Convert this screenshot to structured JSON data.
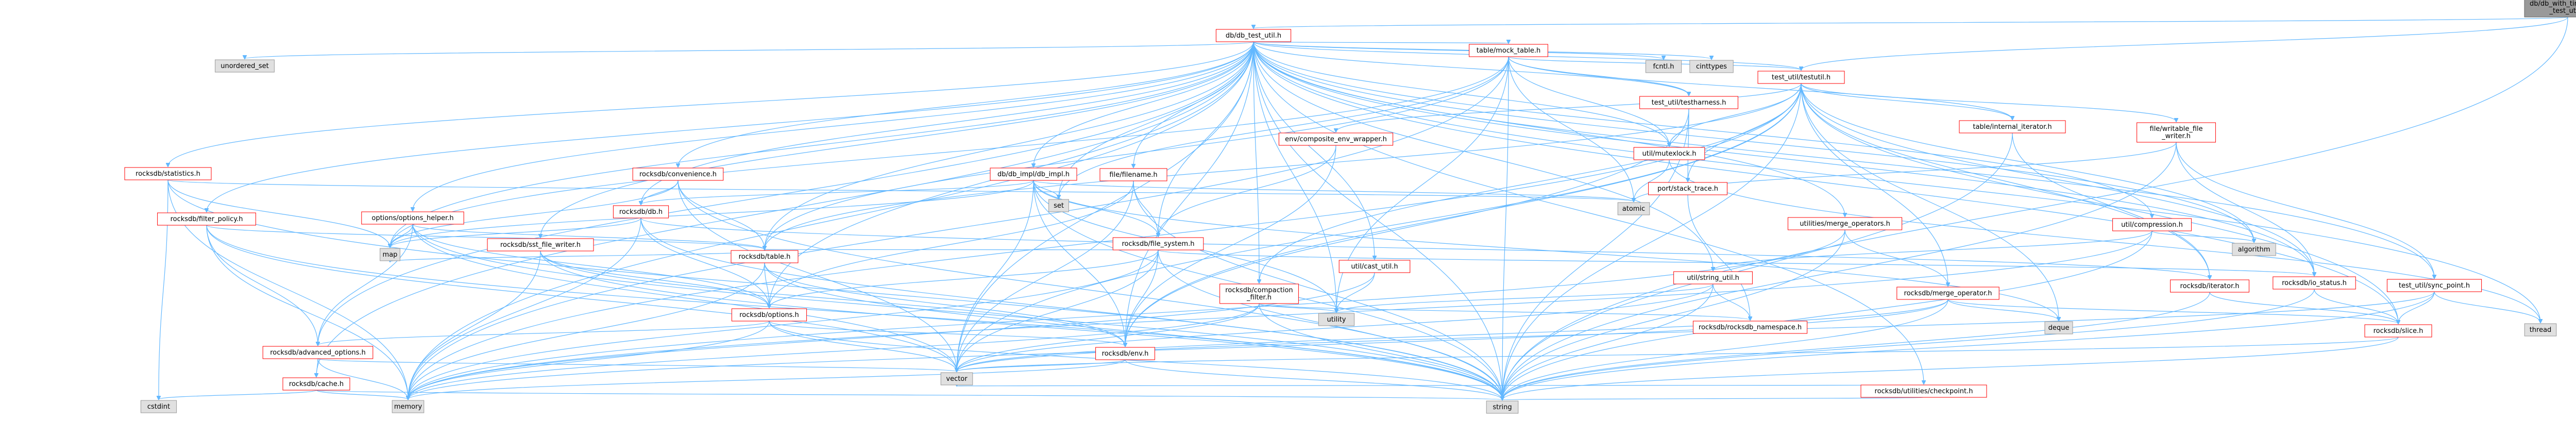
{
  "colors": {
    "edge": "#63b8ff",
    "documented_border": "#ff0000",
    "external_fill": "#e0e0e0",
    "external_border": "#999999",
    "root_fill": "#999999"
  },
  "nodes": [
    {
      "id": "root",
      "label": "db/db_with_timestamp\n_test_util.h",
      "kind": "root"
    },
    {
      "id": "db_test_util",
      "label": "db/db_test_util.h",
      "kind": "red"
    },
    {
      "id": "unordered_set",
      "label": "unordered_set",
      "kind": "gray"
    },
    {
      "id": "statistics",
      "label": "rocksdb/statistics.h",
      "kind": "red"
    },
    {
      "id": "filter_policy",
      "label": "rocksdb/filter_policy.h",
      "kind": "red"
    },
    {
      "id": "options_helper",
      "label": "options/options_helper.h",
      "kind": "red"
    },
    {
      "id": "convenience",
      "label": "rocksdb/convenience.h",
      "kind": "red"
    },
    {
      "id": "db_impl",
      "label": "db/db_impl/db_impl.h",
      "kind": "red"
    },
    {
      "id": "filename",
      "label": "file/filename.h",
      "kind": "red"
    },
    {
      "id": "mock_table",
      "label": "table/mock_table.h",
      "kind": "red"
    },
    {
      "id": "testharness",
      "label": "test_util/testharness.h",
      "kind": "red"
    },
    {
      "id": "testutil",
      "label": "test_util/testutil.h",
      "kind": "red"
    },
    {
      "id": "fcntl",
      "label": "fcntl.h",
      "kind": "gray"
    },
    {
      "id": "cinttypes",
      "label": "cinttypes",
      "kind": "gray"
    },
    {
      "id": "composite_env",
      "label": "env/composite_env_wrapper.h",
      "kind": "red"
    },
    {
      "id": "mutexlock",
      "label": "util/mutexlock.h",
      "kind": "red"
    },
    {
      "id": "stack_trace",
      "label": "port/stack_trace.h",
      "kind": "red"
    },
    {
      "id": "internal_iterator",
      "label": "table/internal_iterator.h",
      "kind": "red"
    },
    {
      "id": "writable_file_writer",
      "label": "file/writable_file\n_writer.h",
      "kind": "red"
    },
    {
      "id": "rocksdb_db",
      "label": "rocksdb/db.h",
      "kind": "red"
    },
    {
      "id": "sst_file_writer",
      "label": "rocksdb/sst_file_writer.h",
      "kind": "red"
    },
    {
      "id": "set",
      "label": "set",
      "kind": "gray"
    },
    {
      "id": "file_system",
      "label": "rocksdb/file_system.h",
      "kind": "red"
    },
    {
      "id": "atomic",
      "label": "atomic",
      "kind": "gray"
    },
    {
      "id": "merge_operators",
      "label": "utilities/merge_operators.h",
      "kind": "red"
    },
    {
      "id": "compression",
      "label": "util/compression.h",
      "kind": "red"
    },
    {
      "id": "rocksdb_table",
      "label": "rocksdb/table.h",
      "kind": "red"
    },
    {
      "id": "cast_util",
      "label": "util/cast_util.h",
      "kind": "red"
    },
    {
      "id": "compaction_filter",
      "label": "rocksdb/compaction\n_filter.h",
      "kind": "red"
    },
    {
      "id": "string_util",
      "label": "util/string_util.h",
      "kind": "red"
    },
    {
      "id": "merge_operator",
      "label": "rocksdb/merge_operator.h",
      "kind": "red"
    },
    {
      "id": "rocksdb_iterator",
      "label": "rocksdb/iterator.h",
      "kind": "red"
    },
    {
      "id": "io_status",
      "label": "rocksdb/io_status.h",
      "kind": "red"
    },
    {
      "id": "sync_point",
      "label": "test_util/sync_point.h",
      "kind": "red"
    },
    {
      "id": "algorithm",
      "label": "algorithm",
      "kind": "gray"
    },
    {
      "id": "map",
      "label": "map",
      "kind": "gray"
    },
    {
      "id": "rocksdb_options",
      "label": "rocksdb/options.h",
      "kind": "red"
    },
    {
      "id": "utility",
      "label": "utility",
      "kind": "gray"
    },
    {
      "id": "rocksdb_namespace",
      "label": "rocksdb/rocksdb_namespace.h",
      "kind": "red"
    },
    {
      "id": "deque",
      "label": "deque",
      "kind": "gray"
    },
    {
      "id": "slice",
      "label": "rocksdb/slice.h",
      "kind": "red"
    },
    {
      "id": "thread",
      "label": "thread",
      "kind": "gray"
    },
    {
      "id": "advanced_options",
      "label": "rocksdb/advanced_options.h",
      "kind": "red"
    },
    {
      "id": "rocksdb_env",
      "label": "rocksdb/env.h",
      "kind": "red"
    },
    {
      "id": "checkpoint",
      "label": "rocksdb/utilities/checkpoint.h",
      "kind": "red"
    },
    {
      "id": "cache",
      "label": "rocksdb/cache.h",
      "kind": "red"
    },
    {
      "id": "vector",
      "label": "vector",
      "kind": "gray"
    },
    {
      "id": "cstdint",
      "label": "cstdint",
      "kind": "gray"
    },
    {
      "id": "memory",
      "label": "memory",
      "kind": "gray"
    },
    {
      "id": "string",
      "label": "string",
      "kind": "gray"
    }
  ],
  "edges": [
    [
      "root",
      "db_test_util"
    ],
    [
      "root",
      "testutil"
    ],
    [
      "root",
      "string"
    ],
    [
      "db_test_util",
      "unordered_set"
    ],
    [
      "db_test_util",
      "statistics"
    ],
    [
      "db_test_util",
      "filter_policy"
    ],
    [
      "db_test_util",
      "options_helper"
    ],
    [
      "db_test_util",
      "convenience"
    ],
    [
      "db_test_util",
      "db_impl"
    ],
    [
      "db_test_util",
      "filename"
    ],
    [
      "db_test_util",
      "mock_table"
    ],
    [
      "db_test_util",
      "testharness"
    ],
    [
      "db_test_util",
      "testutil"
    ],
    [
      "db_test_util",
      "fcntl"
    ],
    [
      "db_test_util",
      "cinttypes"
    ],
    [
      "db_test_util",
      "mutexlock"
    ],
    [
      "db_test_util",
      "compression"
    ],
    [
      "db_test_util",
      "merge_operators"
    ],
    [
      "db_test_util",
      "cast_util"
    ],
    [
      "db_test_util",
      "string_util"
    ],
    [
      "db_test_util",
      "compaction_filter"
    ],
    [
      "db_test_util",
      "checkpoint"
    ],
    [
      "db_test_util",
      "sst_file_writer"
    ],
    [
      "db_test_util",
      "rocksdb_db"
    ],
    [
      "db_test_util",
      "rocksdb_table"
    ],
    [
      "db_test_util",
      "file_system"
    ],
    [
      "db_test_util",
      "io_status"
    ],
    [
      "db_test_util",
      "sync_point"
    ],
    [
      "db_test_util",
      "slice"
    ],
    [
      "db_test_util",
      "rocksdb_options"
    ],
    [
      "db_test_util",
      "rocksdb_env"
    ],
    [
      "db_test_util",
      "advanced_options"
    ],
    [
      "db_test_util",
      "cache"
    ],
    [
      "db_test_util",
      "set"
    ],
    [
      "db_test_util",
      "map"
    ],
    [
      "db_test_util",
      "thread"
    ],
    [
      "db_test_util",
      "algorithm"
    ],
    [
      "db_test_util",
      "utility"
    ],
    [
      "db_test_util",
      "vector"
    ],
    [
      "db_test_util",
      "memory"
    ],
    [
      "db_test_util",
      "string"
    ],
    [
      "statistics",
      "map"
    ],
    [
      "statistics",
      "atomic"
    ],
    [
      "statistics",
      "cstdint"
    ],
    [
      "statistics",
      "memory"
    ],
    [
      "statistics",
      "string"
    ],
    [
      "filter_policy",
      "advanced_options"
    ],
    [
      "filter_policy",
      "rocksdb_table"
    ],
    [
      "filter_policy",
      "memory"
    ],
    [
      "filter_policy",
      "string"
    ],
    [
      "filter_policy",
      "vector"
    ],
    [
      "options_helper",
      "map"
    ],
    [
      "options_helper",
      "rocksdb_options"
    ],
    [
      "options_helper",
      "advanced_options"
    ],
    [
      "options_helper",
      "rocksdb_table"
    ],
    [
      "options_helper",
      "string"
    ],
    [
      "options_helper",
      "vector"
    ],
    [
      "convenience",
      "rocksdb_table"
    ],
    [
      "convenience",
      "rocksdb_db"
    ],
    [
      "convenience",
      "map"
    ],
    [
      "convenience",
      "string"
    ],
    [
      "convenience",
      "vector"
    ],
    [
      "db_impl",
      "set"
    ],
    [
      "db_impl",
      "atomic"
    ],
    [
      "db_impl",
      "rocksdb_db"
    ],
    [
      "db_impl",
      "rocksdb_env"
    ],
    [
      "db_impl",
      "deque"
    ],
    [
      "db_impl",
      "string"
    ],
    [
      "db_impl",
      "utility"
    ],
    [
      "db_impl",
      "vector"
    ],
    [
      "db_impl",
      "file_system"
    ],
    [
      "db_impl",
      "map"
    ],
    [
      "filename",
      "rocksdb_options"
    ],
    [
      "filename",
      "file_system"
    ],
    [
      "filename",
      "vector"
    ],
    [
      "filename",
      "string"
    ],
    [
      "mock_table",
      "testharness"
    ],
    [
      "mock_table",
      "testutil"
    ],
    [
      "mock_table",
      "mutexlock"
    ],
    [
      "mock_table",
      "atomic"
    ],
    [
      "mock_table",
      "utility"
    ],
    [
      "mock_table",
      "internal_iterator"
    ],
    [
      "mock_table",
      "set"
    ],
    [
      "mock_table",
      "map"
    ],
    [
      "mock_table",
      "rocksdb_table"
    ],
    [
      "mock_table",
      "memory"
    ],
    [
      "mock_table",
      "string"
    ],
    [
      "testharness",
      "stack_trace"
    ],
    [
      "testharness",
      "rocksdb_env"
    ],
    [
      "testharness",
      "string"
    ],
    [
      "testutil",
      "composite_env"
    ],
    [
      "testutil",
      "mutexlock"
    ],
    [
      "testutil",
      "stack_trace"
    ],
    [
      "testutil",
      "internal_iterator"
    ],
    [
      "testutil",
      "writable_file_writer"
    ],
    [
      "testutil",
      "merge_operator"
    ],
    [
      "testutil",
      "compaction_filter"
    ],
    [
      "testutil",
      "io_status"
    ],
    [
      "testutil",
      "rocksdb_iterator"
    ],
    [
      "testutil",
      "slice"
    ],
    [
      "testutil",
      "rocksdb_env"
    ],
    [
      "testutil",
      "rocksdb_table"
    ],
    [
      "testutil",
      "algorithm"
    ],
    [
      "testutil",
      "deque"
    ],
    [
      "testutil",
      "string"
    ],
    [
      "testutil",
      "vector"
    ],
    [
      "testutil",
      "memory"
    ],
    [
      "composite_env",
      "rocksdb_env"
    ],
    [
      "composite_env",
      "file_system"
    ],
    [
      "mutexlock",
      "atomic"
    ],
    [
      "mutexlock",
      "thread"
    ],
    [
      "stack_trace",
      "rocksdb_namespace"
    ],
    [
      "internal_iterator",
      "rocksdb_iterator"
    ],
    [
      "internal_iterator",
      "string"
    ],
    [
      "writable_file_writer",
      "atomic"
    ],
    [
      "writable_file_writer",
      "io_status"
    ],
    [
      "writable_file_writer",
      "sync_point"
    ],
    [
      "writable_file_writer",
      "string"
    ],
    [
      "rocksdb_db",
      "rocksdb_options"
    ],
    [
      "rocksdb_db",
      "rocksdb_iterator"
    ],
    [
      "rocksdb_db",
      "map"
    ],
    [
      "rocksdb_db",
      "string"
    ],
    [
      "rocksdb_db",
      "memory"
    ],
    [
      "sst_file_writer",
      "rocksdb_options"
    ],
    [
      "sst_file_writer",
      "rocksdb_env"
    ],
    [
      "sst_file_writer",
      "memory"
    ],
    [
      "sst_file_writer",
      "string"
    ],
    [
      "file_system",
      "rocksdb_options"
    ],
    [
      "file_system",
      "rocksdb_table"
    ],
    [
      "file_system",
      "io_status"
    ],
    [
      "file_system",
      "rocksdb_env"
    ],
    [
      "file_system",
      "vector"
    ],
    [
      "file_system",
      "memory"
    ],
    [
      "file_system",
      "string"
    ],
    [
      "merge_operators",
      "merge_operator"
    ],
    [
      "merge_operators",
      "memory"
    ],
    [
      "merge_operators",
      "string"
    ],
    [
      "compression",
      "algorithm"
    ],
    [
      "compression",
      "string_util"
    ],
    [
      "compression",
      "string"
    ],
    [
      "compression",
      "memory"
    ],
    [
      "rocksdb_table",
      "rocksdb_options"
    ],
    [
      "rocksdb_table",
      "rocksdb_env"
    ],
    [
      "rocksdb_table",
      "memory"
    ],
    [
      "rocksdb_table",
      "string"
    ],
    [
      "rocksdb_table",
      "map"
    ],
    [
      "cast_util",
      "memory"
    ],
    [
      "cast_util",
      "utility"
    ],
    [
      "compaction_filter",
      "rocksdb_namespace"
    ],
    [
      "compaction_filter",
      "string"
    ],
    [
      "compaction_filter",
      "vector"
    ],
    [
      "compaction_filter",
      "memory"
    ],
    [
      "compaction_filter",
      "utility"
    ],
    [
      "string_util",
      "utility"
    ],
    [
      "string_util",
      "vector"
    ],
    [
      "string_util",
      "string"
    ],
    [
      "string_util",
      "rocksdb_namespace"
    ],
    [
      "merge_operator",
      "slice"
    ],
    [
      "merge_operator",
      "deque"
    ],
    [
      "merge_operator",
      "vector"
    ],
    [
      "merge_operator",
      "string"
    ],
    [
      "merge_operator",
      "memory"
    ],
    [
      "rocksdb_iterator",
      "slice"
    ],
    [
      "rocksdb_iterator",
      "string"
    ],
    [
      "io_status",
      "slice"
    ],
    [
      "io_status",
      "string"
    ],
    [
      "sync_point",
      "thread"
    ],
    [
      "sync_point",
      "slice"
    ],
    [
      "sync_point",
      "vector"
    ],
    [
      "sync_point",
      "string"
    ],
    [
      "rocksdb_options",
      "advanced_options"
    ],
    [
      "rocksdb_options",
      "rocksdb_env"
    ],
    [
      "rocksdb_options",
      "vector"
    ],
    [
      "rocksdb_options",
      "memory"
    ],
    [
      "rocksdb_options",
      "string"
    ],
    [
      "slice",
      "string"
    ],
    [
      "slice",
      "vector"
    ],
    [
      "advanced_options",
      "cache"
    ],
    [
      "advanced_options",
      "memory"
    ],
    [
      "advanced_options",
      "vector"
    ],
    [
      "rocksdb_env",
      "vector"
    ],
    [
      "rocksdb_env",
      "memory"
    ],
    [
      "rocksdb_env",
      "string"
    ],
    [
      "checkpoint",
      "vector"
    ],
    [
      "checkpoint",
      "string"
    ],
    [
      "cache",
      "cstdint"
    ],
    [
      "cache",
      "memory"
    ],
    [
      "cache",
      "string"
    ]
  ]
}
